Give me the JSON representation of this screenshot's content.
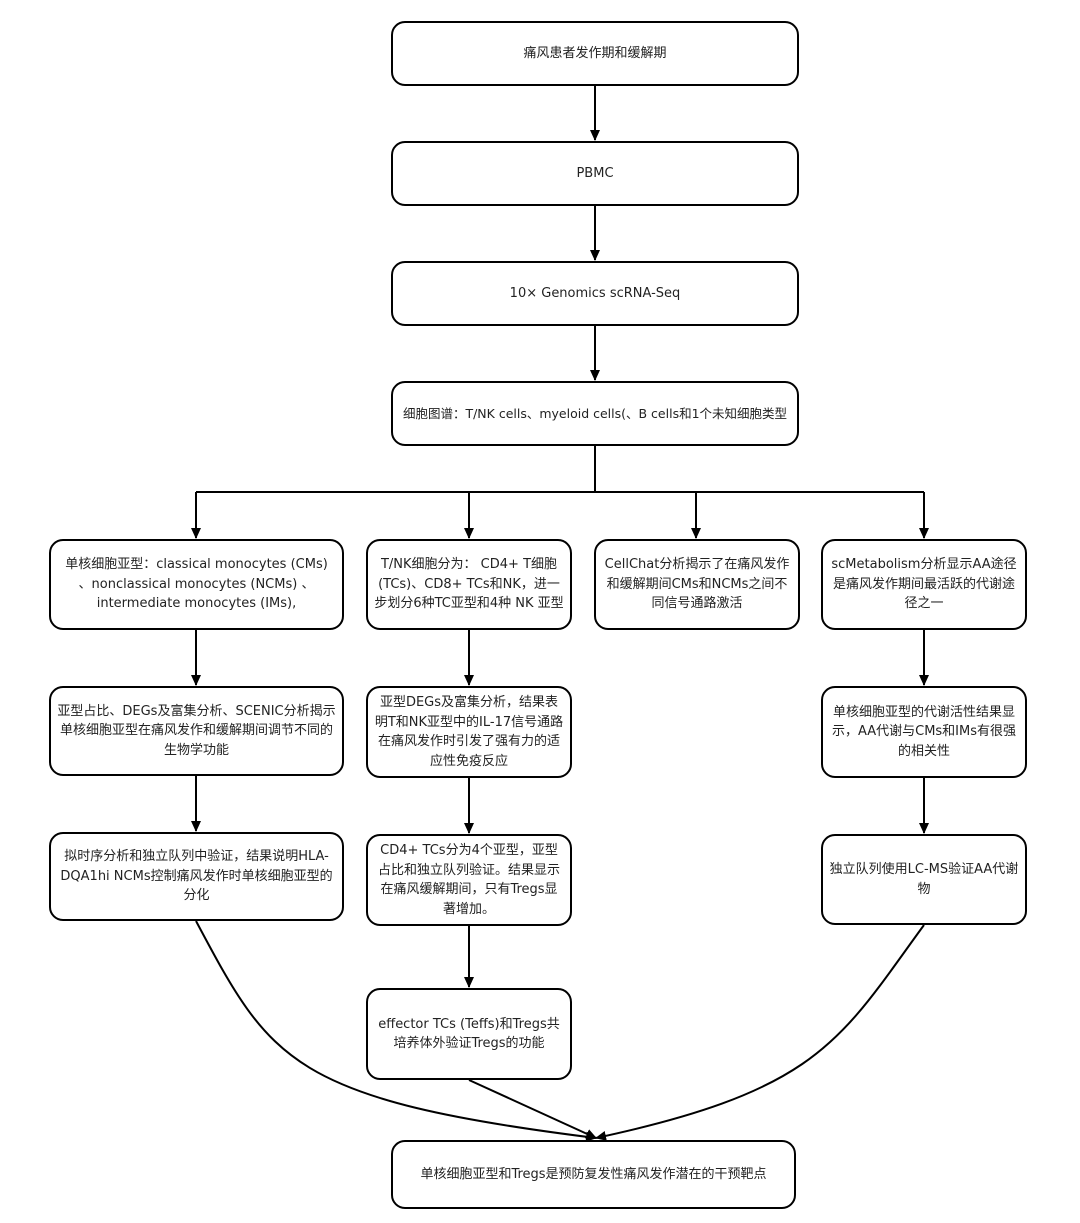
{
  "nodes": {
    "patients": "痛风患者发作期和缓解期",
    "pbmc": "PBMC",
    "scrnaseq": "10× Genomics scRNA-Seq",
    "atlas": "细胞图谱：T/NK cells、myeloid cells(、B cells和1个未知细胞类型",
    "mono_subtypes": "单核细胞亚型：classical monocytes (CMs) 、nonclassical monocytes (NCMs) 、 intermediate monocytes (IMs),",
    "tnk_subtypes": "T/NK细胞分为： CD4+ T细胞 (TCs)、CD8+ TCs和NK，进一步划分6种TC亚型和4种 NK 亚型",
    "cellchat": "CellChat分析揭示了在痛风发作和缓解期间CMs和NCMs之间不同信号通路激活",
    "scmetabolism": "scMetabolism分析显示AA途径是痛风发作期间最活跃的代谢途径之一",
    "mono_function": "亚型占比、DEGs及富集分析、SCENIC分析揭示单核细胞亚型在痛风发作和缓解期间调节不同的生物学功能",
    "tnk_degs": "亚型DEGs及富集分析，结果表明T和NK亚型中的IL-17信号通路在痛风发作时引发了强有力的适应性免疫反应",
    "mono_metabolic": "单核细胞亚型的代谢活性结果显示，AA代谢与CMs和IMs有很强的相关性",
    "pseudotime": "拟时序分析和独立队列中验证，结果说明HLA-DQA1hi NCMs控制痛风发作时单核细胞亚型的分化",
    "cd4_subtypes": "CD4+ TCs分为4个亚型，亚型占比和独立队列验证。结果显示在痛风缓解期间，只有Tregs显著增加。",
    "lcms": "独立队列使用LC-MS验证AA代谢物",
    "coculture": "effector TCs (Teffs)和Tregs共培养体外验证Tregs的功能",
    "conclusion": "单核细胞亚型和Tregs是预防复发性痛风发作潜在的干预靶点"
  }
}
